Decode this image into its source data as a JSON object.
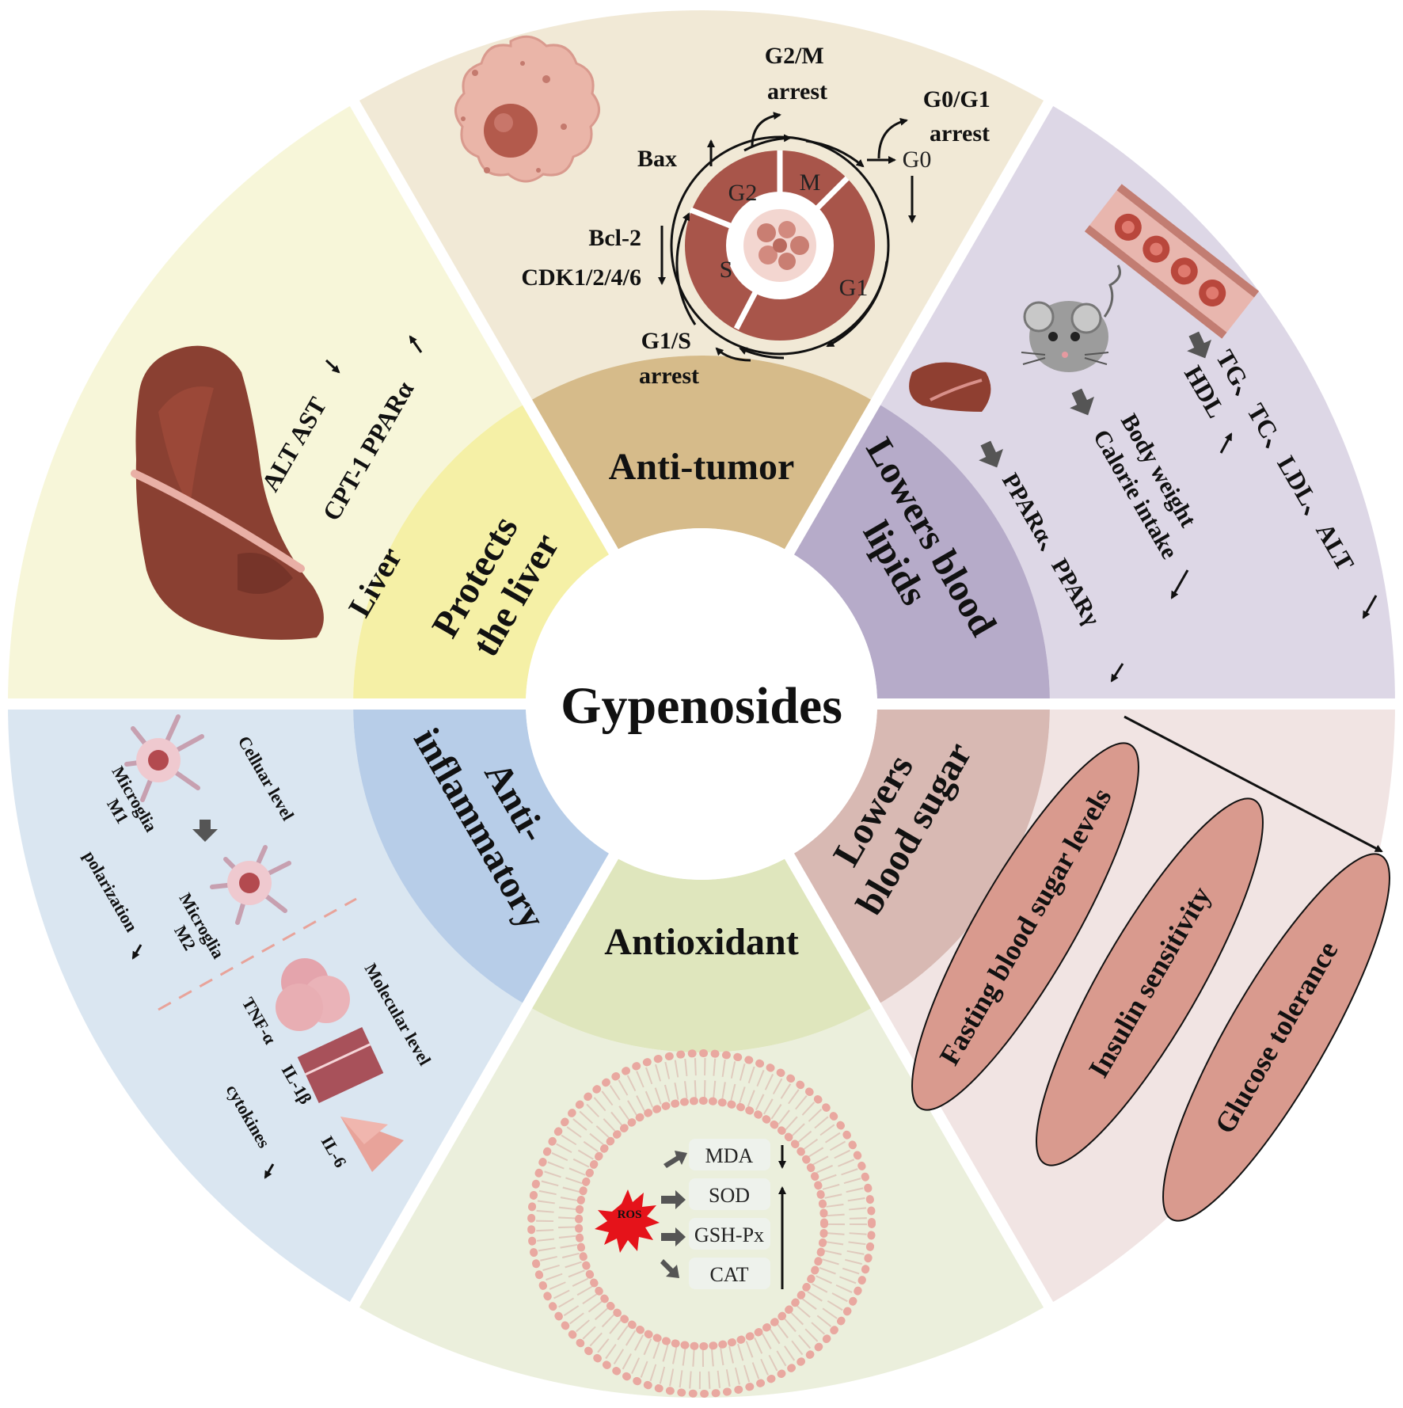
{
  "center": {
    "title": "Gypenosides"
  },
  "colors": {
    "tumor_outer": "#f1e9d6",
    "tumor_inner": "#d6bb8a",
    "lipids_outer": "#ddd7e6",
    "lipids_inner": "#b6abc9",
    "sugar_outer": "#f1e4e3",
    "sugar_inner": "#d8b9b3",
    "oxid_outer": "#ebefdc",
    "oxid_inner": "#dfe6bd",
    "inflam_outer": "#dae6f1",
    "inflam_inner": "#b7cde8",
    "liver_outer": "#f7f6d9",
    "liver_inner": "#f5f0a6",
    "organ": "#8a4032",
    "organ_dark": "#6e2f25",
    "ellipse": "#d99a8e",
    "cell_pink": "#e6aeb0"
  },
  "sections": {
    "anti_tumor": {
      "label": "Anti-tumor",
      "phases": [
        "G2",
        "M",
        "G1",
        "S"
      ],
      "g0": "G0",
      "g2m_arrest": [
        "G2/M",
        "arrest"
      ],
      "g0g1_arrest": [
        "G0/G1",
        "arrest"
      ],
      "g1s_arrest": [
        "G1/S",
        "arrest"
      ],
      "bax": "Bax",
      "bcl2": "Bcl-2",
      "cdk": "CDK1/2/4/6"
    },
    "lowers_blood_lipids": {
      "label": [
        "Lowers blood",
        "lipids"
      ],
      "tg_line": "TG、TC、LDL、ALT",
      "hdl": "HDL",
      "body_weight": "Body weight",
      "calorie": "Calorie intake",
      "ppar": "PPARα、PPARγ"
    },
    "lowers_blood_sugar": {
      "label": [
        "Lowers",
        "blood sugar"
      ],
      "items": [
        "Fasting blood sugar levels",
        "Insulin sensitivity",
        "Glucose tolerance"
      ]
    },
    "antioxidant": {
      "label": "Antioxidant",
      "ros": "ROS",
      "markers": [
        "MDA",
        "SOD",
        "GSH-Px",
        "CAT"
      ]
    },
    "anti_inflammatory": {
      "label": [
        "Anti-",
        "inflammatory"
      ],
      "m1": [
        "Microglia",
        "M1"
      ],
      "m2": [
        "Microglia",
        "M2"
      ],
      "cellular": "Celluar level",
      "polarization": "polarization",
      "molecular": "Molecular level",
      "tnf": "TNF-α",
      "il1": "IL-1β",
      "il6": "IL-6",
      "cytokines": "cytokines"
    },
    "protects_liver": {
      "label": [
        "Protects",
        "the liver"
      ],
      "alt_ast": "ALT AST",
      "cpt": "CPT-1 PPARα",
      "organ": "Liver"
    }
  }
}
